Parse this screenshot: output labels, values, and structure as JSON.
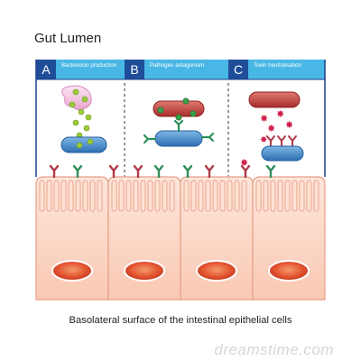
{
  "title": "Gut Lumen",
  "panels": [
    {
      "letter": "A",
      "label": "Bacteriocin production"
    },
    {
      "letter": "B",
      "label": "Pathogen antagonism"
    },
    {
      "letter": "C",
      "label": "Toxin neutralisation"
    }
  ],
  "caption": "Basolateral surface of the intestinal epithelial cells",
  "watermark": "dreamstime.com",
  "colors": {
    "panel_letter_bg": "#1f4e99",
    "panel_label_bg": "#49b7e6",
    "frame": "#1f3f8c",
    "cell_fill": "#fcd8c8",
    "cell_stroke": "#e89e86",
    "nucleus": "#e0472f",
    "commensal_blue": "#3d86c6",
    "pathogen_red": "#c23d3d",
    "bacteriocin_green": "#9ccc3a",
    "antibody_red": "#b03a4a",
    "receptor_green": "#2f8f5a",
    "toxin": "#d0204c"
  }
}
